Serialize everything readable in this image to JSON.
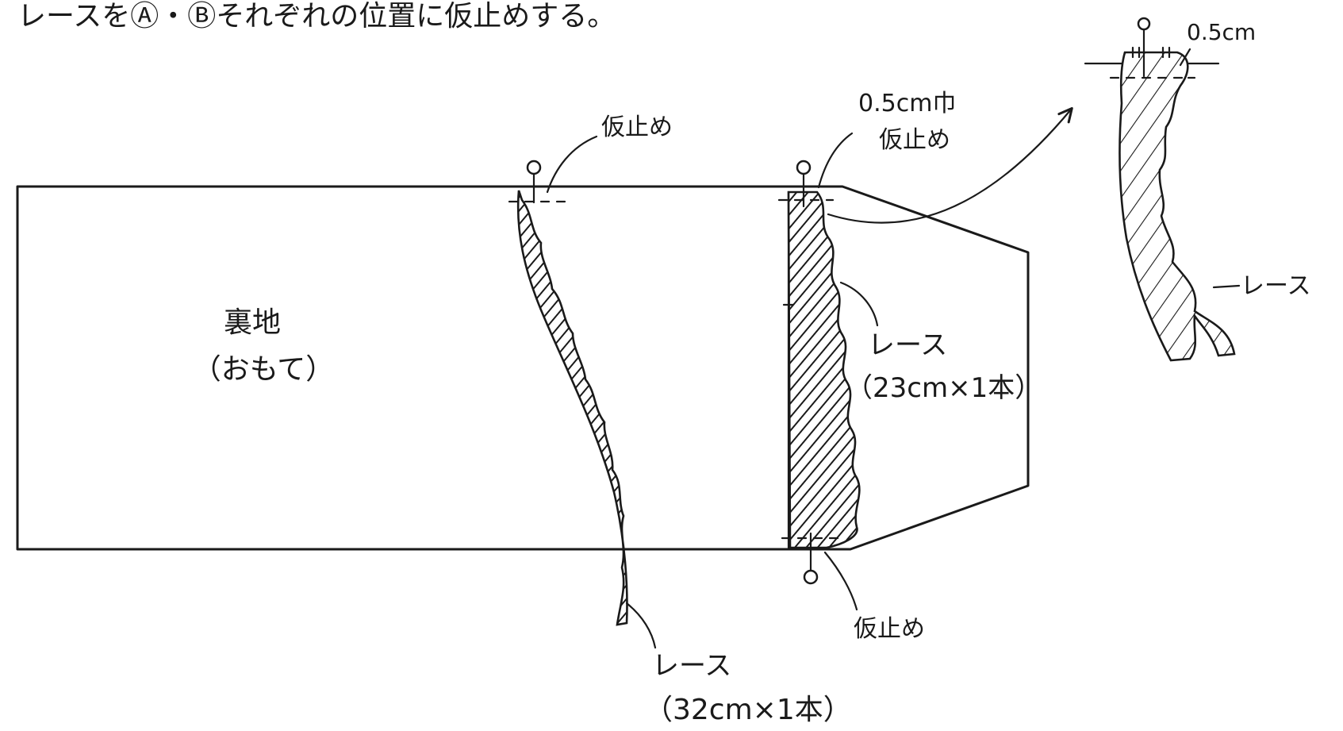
{
  "instruction": "レースをⒶ・Ⓑそれぞれの位置に仮止めする。",
  "fabric": {
    "label_line1": "裏地",
    "label_line2": "（おもて）"
  },
  "labels": {
    "basting_a_top": "仮止め",
    "basting_b_top_line1": "0.5cm巾",
    "basting_b_top_line2": "仮止め",
    "basting_b_bottom": "仮止め",
    "lace_a_line1": "レース",
    "lace_a_line2": "（32cm×1本）",
    "lace_b_line1": "レース",
    "lace_b_line2": "（23cm×1本）"
  },
  "detail": {
    "width_label": "0.5cm",
    "lace_label": "レース"
  },
  "colors": {
    "ink": "#1a1a1a",
    "paper": "#ffffff"
  }
}
